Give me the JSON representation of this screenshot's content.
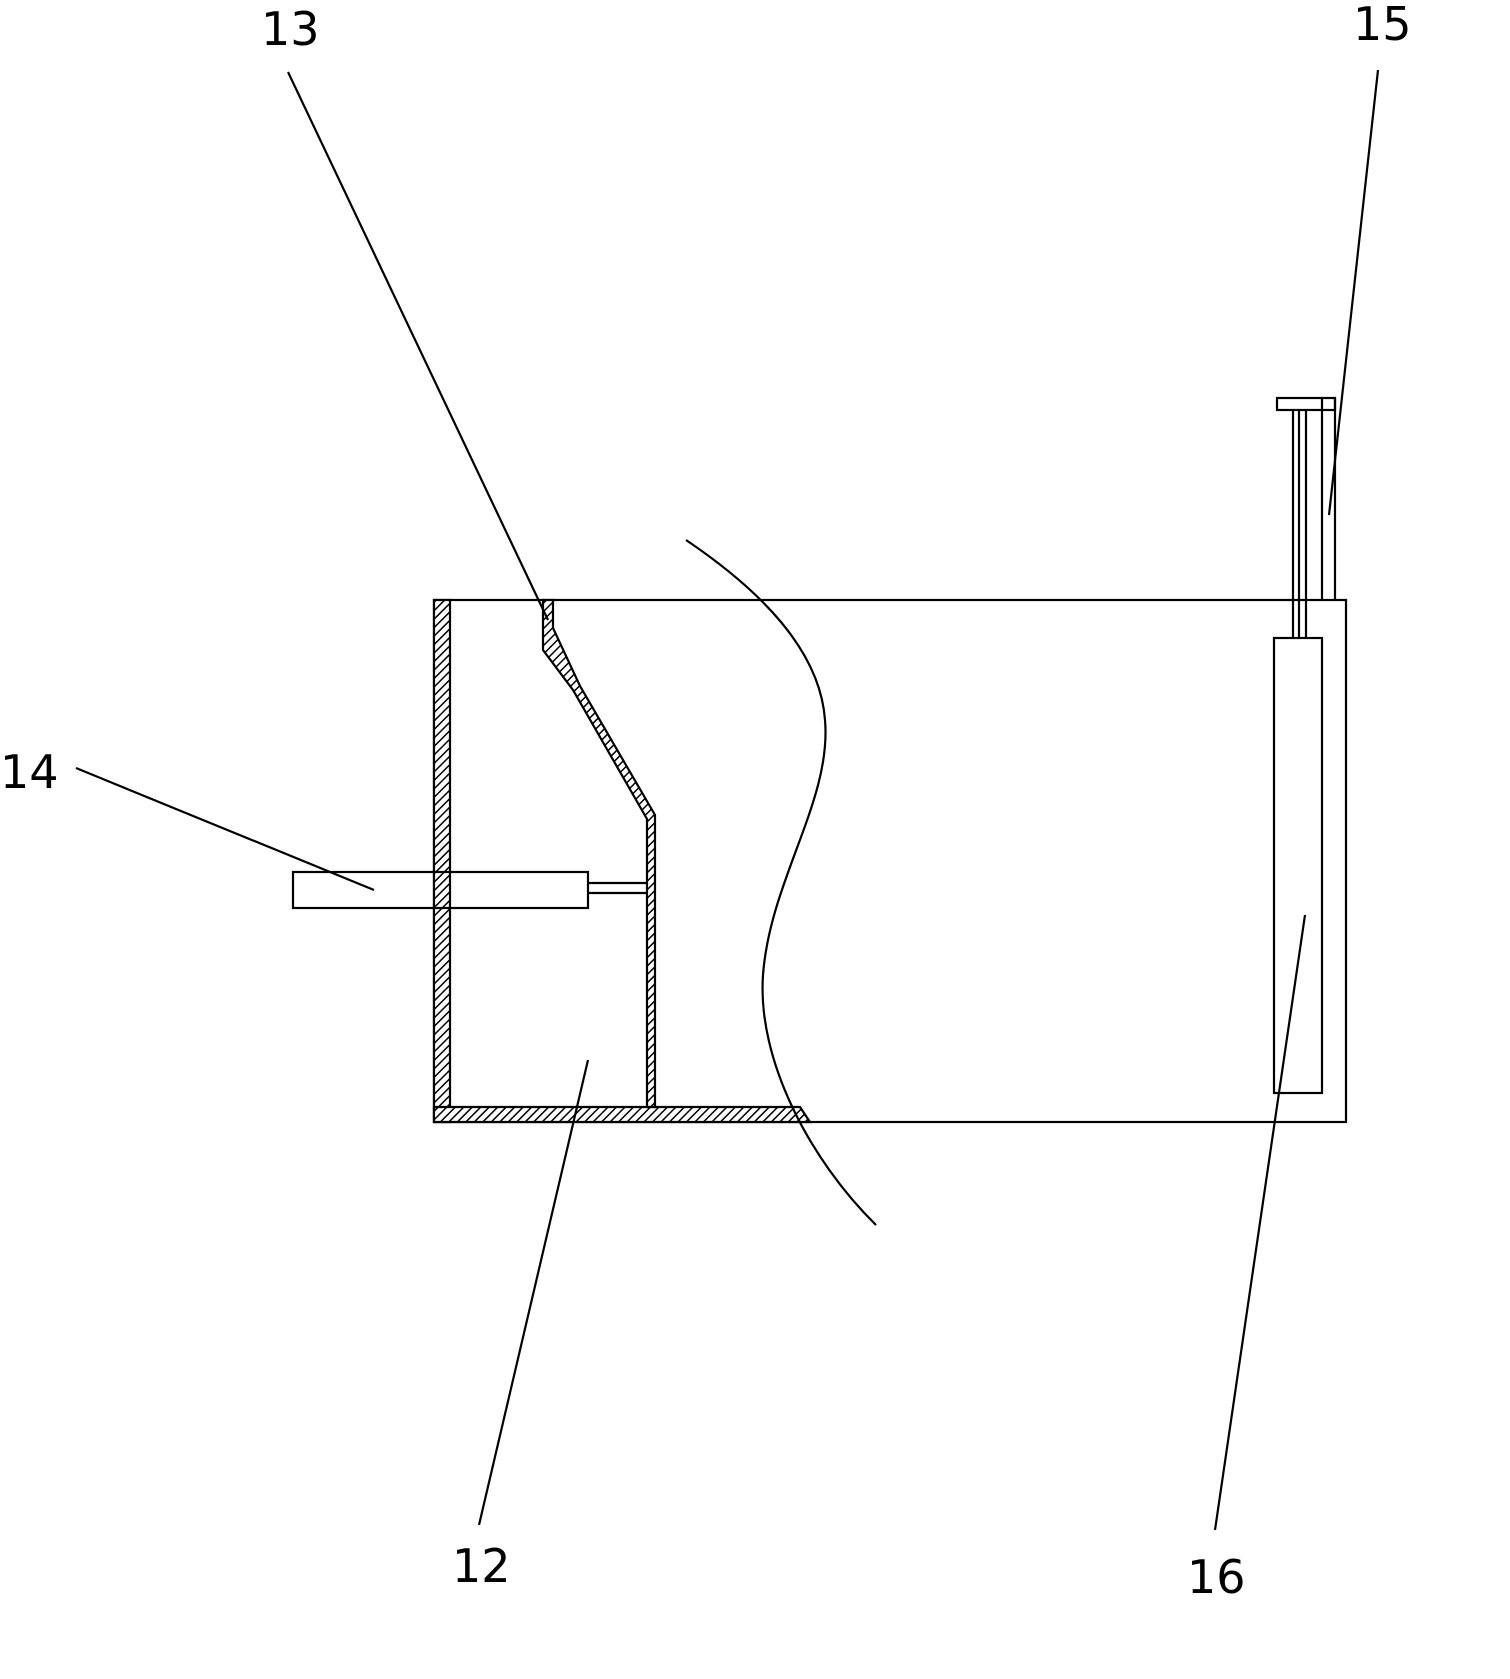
{
  "figure": {
    "labels": {
      "part_12": "12",
      "part_13": "13",
      "part_14": "14",
      "part_15": "15",
      "part_16": "16"
    }
  }
}
